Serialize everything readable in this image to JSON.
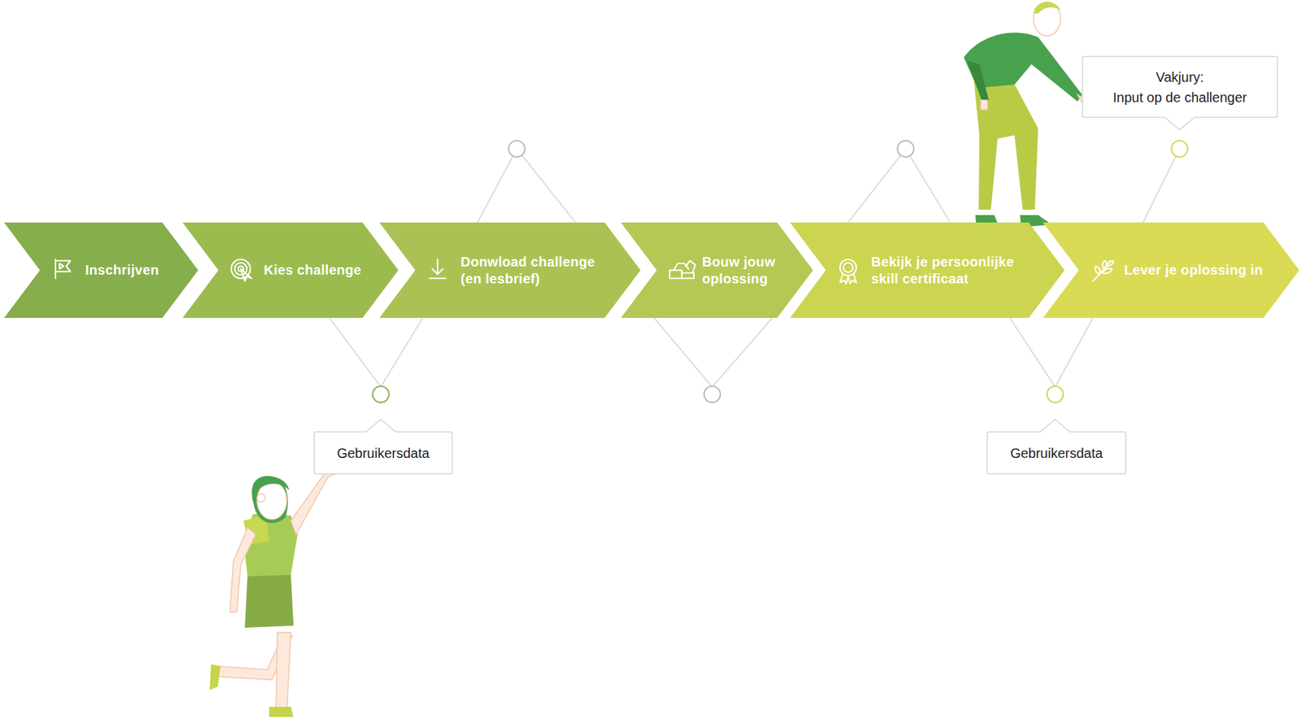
{
  "diagram": {
    "nodes": [
      {
        "text": [
          "Inschrijven"
        ]
      },
      {
        "text": [
          "Kies challenge"
        ]
      },
      {
        "text": [
          "Donwload challenge (en lesbrief)"
        ]
      },
      {
        "text": [
          "Bouw jouw oplossing"
        ]
      },
      {
        "text": [
          "Bekijk je persoonlijke skill certificaat"
        ]
      },
      {
        "text": [
          "Lever je oplossing in"
        ]
      },
      {
        "text": [
          "Gebruikersdata"
        ]
      },
      {
        "text": [
          "Vakjury:",
          "Input op de challenger"
        ]
      },
      {
        "text": [
          "Gebruikersdata"
        ]
      }
    ]
  }
}
